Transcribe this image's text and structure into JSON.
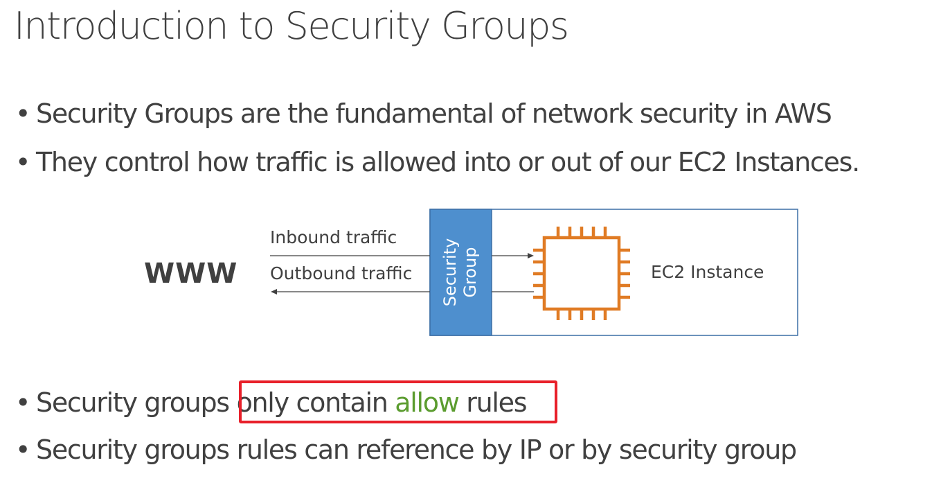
{
  "slide": {
    "title": "Introduction to Security Groups",
    "bullets_top": [
      "Security Groups are the fundamental of network security in AWS",
      "They control how traffic is allowed into or out of our EC2 Instances."
    ],
    "bullet3": {
      "prefix": "Security groups ",
      "highlight_start": "only contain ",
      "allow": "allow",
      "highlight_end": " rules"
    },
    "bullet4": "Security groups rules can reference by IP or by security group"
  },
  "diagram": {
    "www": "WWW",
    "inbound": "Inbound traffic",
    "outbound": "Outbound traffic",
    "sg_line1": "Security",
    "sg_line2": "Group",
    "ec2": "EC2 Instance"
  },
  "colors": {
    "text": "#404040",
    "security_group_fill": "#4e8fce",
    "instance_border": "#3b6ea5",
    "chip": "#e07b24",
    "allow": "#5b9c2f",
    "highlight_box": "#e8202a"
  },
  "icons": [
    "ec2-instance-chip-icon",
    "inbound-arrow-icon",
    "outbound-arrow-icon"
  ]
}
